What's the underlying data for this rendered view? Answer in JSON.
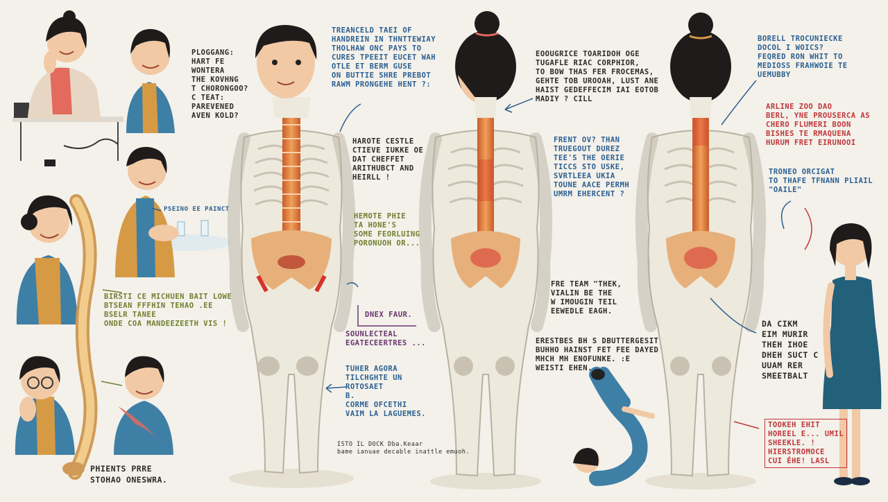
{
  "colors": {
    "background": "#f3f1ea",
    "skin": "#f1c9a5",
    "hair": "#1f1b1b",
    "skeleton": "#ede9dd",
    "spine": "#d9783a",
    "pelvis": "#e7b07a",
    "pain": "#d7322c",
    "teal": "#3e7fa6",
    "dress": "#23607a"
  },
  "notes": {
    "n1": "PLOGGANG:\nHART  FE\nWONTERA\nTHE  KOVHNG\nT CHORONGOO?\nC TEAT:\nPAREVENED\nAVEN  KOLD?",
    "n2": "TREANCELD TAEI OF\nHANDREIN IN THNTTEWIAY\nTHOLHAW ONC PAYS TO\nCURES TPEEIT EUCET WAH\nOTLE  ET BERM GUSE\nON BUTTIE  SHRE PREBOT\nRAWM  PRONGEHE HENT ?:",
    "n3": "EOOUGRICE TOARIDOH OGE\nTUGAFLE RIAC CORPHIOR,\nTO BOW THAS FER FROCEMAS,\nGEHTE TOB UROOAH, LUST ANE\nHAIST  GEDEFFECIM IAI  EOTOB\nMADIY ?          CILL",
    "n4": "BORELL TROCUNIECKE\nDOCOL I WOICS?\nFEQRED RON WHIT TO\nMEDIOSS FRAHWOIE TE\nUEMUBBY",
    "n5": "ARLINE  ZOO DAO\nBERL, YNE PROUSERCA AS\nCHERO FLUMERI BOON\nBISHES  TE RMAQUENA\nHURUM FRET EIRUNOOI",
    "n6": "TRONEO ORCIGAT\nTO THAFE  TFNANN PLIAIL\n\"OAILE\"",
    "n7": "HAROTE CESTLE\nCTIEVE  IUKKE  OE\nDAT  CHEFFET\nARITHUBCT AND\nHEIRLL !",
    "n8": "HEMOTE PHIE\nTA HONE'S\nSOME FEORLUING\nPORONUOH OR...",
    "n9": "FRENT  OV? THAN\nTRUEGOUT DUREZ\nTEE'S THE OERIE\nTICCS STO USKE,\nSVRTLEEA  UKIA\nTOUNE AACE PERMH\nUMRM  EHERCENT ?",
    "n10": "PSEINO  EE PAINCT",
    "n11": "BIRSTI  CE MICHUEN BAIT  LOWE\nBTSEAN  FFFHIN TEHAO  .EE\nBSELR  TANEE\nONDE  COA  MANDEEZEETH  VIS !",
    "n12": "DNEX  FAUR.",
    "n13": "SOUNLECTEAL\nEGATECEERTRES ...",
    "n14": "TUHER  AGORA\nTILCHGHTE  UN\nROTOSAET\nB.\nCORME  OFCETHI\nVAIM  LA LAGUEMES.",
    "n15": "ISTO  IL DOCK  Dba.Keaar\nbame  ianuae  decable  inattle  emuoh.",
    "n16": "FRE TEAM  \"THEK,\nVIALIN   BE THE\nW IMOUGIN  TEIL\nEEWEDLE  EAGH.",
    "n17": "ERESTBES  BH  S DBUTTERGESIT\nBUHHO  HAINST FET FEE  DAYED\nMHCH  MH  ENOFUNKE.  :E\nWEISTI  EHEN.",
    "n18": "DA  CIKM\nEIM  MURIR\nTHEH  IHOE\nDHEH  SUCT   C\nUUAM  RER\nSMEETBALT",
    "n19": "TOOKEH  EHIT\nHOREEL E... UMIL\nSHEEKLE.  !\nHIERSTROMOCE\nCUI  ÉHE!  LASL",
    "n20": "PHIENTS PRRE\nSTOHAO  ONESWRA."
  }
}
